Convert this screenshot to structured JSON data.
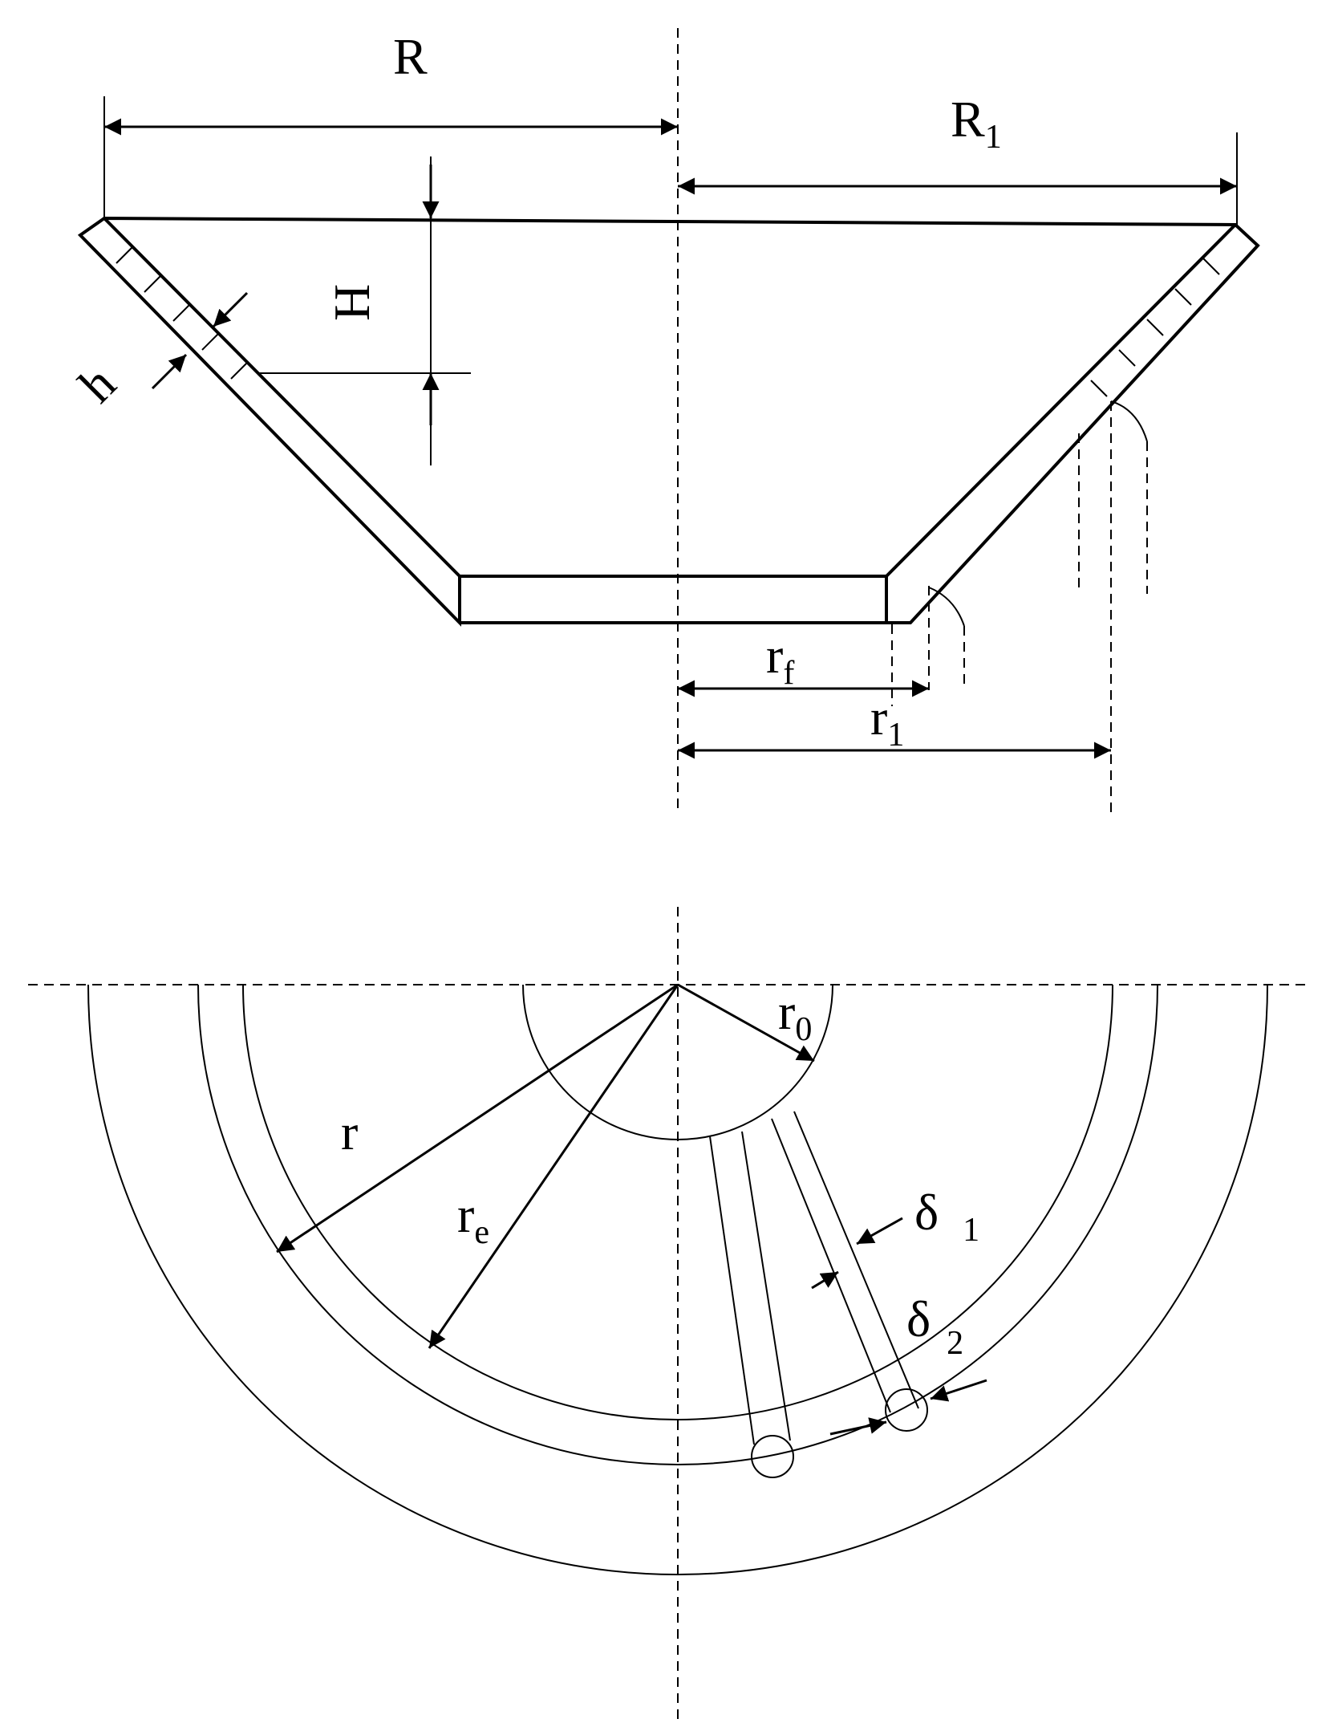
{
  "labels": {
    "R": "R",
    "R1_main": "R",
    "R1_sub": "1",
    "H": "H",
    "h": "h",
    "rf_main": "r",
    "rf_sub": "f",
    "r1_main": "r",
    "r1_sub": "1",
    "r0_main": "r",
    "r0_sub": "0",
    "r": "r",
    "re_main": "r",
    "re_sub": "e",
    "delta1_main": "δ",
    "delta1_sub": "1",
    "delta2_main": "δ",
    "delta2_sub": "2"
  }
}
